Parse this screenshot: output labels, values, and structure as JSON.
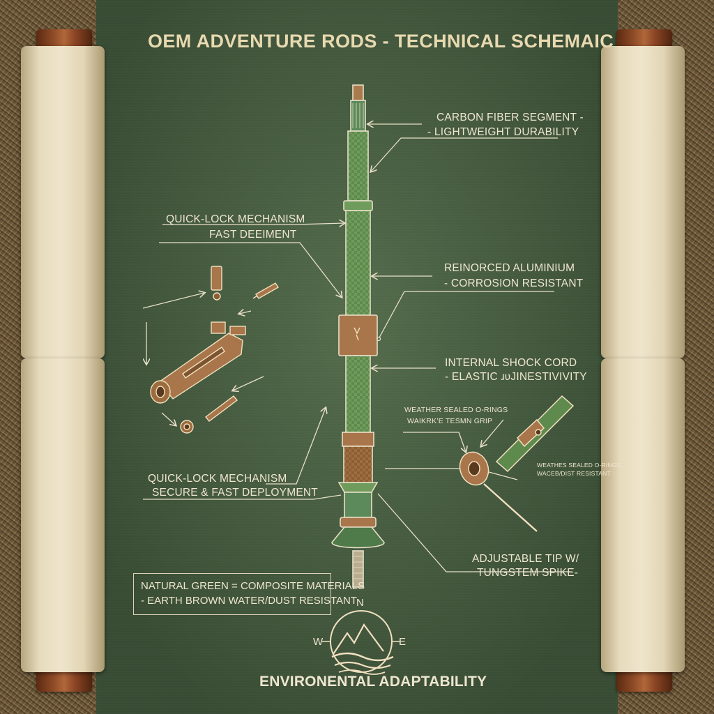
{
  "title": "OEM ADVENTURE RODS - TECHNICAL SCHEMAIC",
  "callouts": {
    "carbon_line1": "CARBON FIBER SEGMENT -",
    "carbon_line2": "- LIGHTWEIGHT DURABILITY",
    "quicklock_top_line1": "QUICK-LOCK MECHANISM",
    "quicklock_top_line2": "FAST DEEIMENT",
    "aluminium_line1": "REINORCED ALUMINIUM",
    "aluminium_line2": "- CORROSION RESISTANT",
    "shock_line1": "INTERNAL SHOCK CORD",
    "shock_line2": "- ELASTIC ɹʋJINESTIVIVITY",
    "oring_line1": "WEATHER SEALED O-RINGS",
    "oring_line2": "WAIKRK’E TESMN GRIP",
    "oring_small_line1": "WEATHES SEALED O-RINGS",
    "oring_small_line2": "WACEB/DIST RESISTANT",
    "quicklock_bottom_line1": "QUICK-LOCK MECHANISM",
    "quicklock_bottom_line2": "SECURE & FAST DEPLOYMENT",
    "tip_line1": "ADJUSTABLE TIP W/",
    "tip_line2": "TUNGSTEM SPIKE-"
  },
  "legend": {
    "line1": "NATURAL GREEN = COMPOSITE MATERIALS",
    "line2": "- EARTH BROWN  WATER/DUST RESISTANT"
  },
  "compass": {
    "n": "N",
    "w": "W",
    "e": "E"
  },
  "footer": "ENVIRONENTAL ADAPTABILITY",
  "colors": {
    "board_green": "#475e42",
    "label_cream": "#efe6cf",
    "rod_green": "#5f8a4e",
    "rod_brown": "#9a6a3c",
    "parchment": "#e7dbbd",
    "scroll_cap": "#8e4a26"
  },
  "icons": [
    "compass-icon",
    "mountain-icon",
    "rod-diagram",
    "exploded-lock-icon",
    "oring-detail-icon"
  ]
}
